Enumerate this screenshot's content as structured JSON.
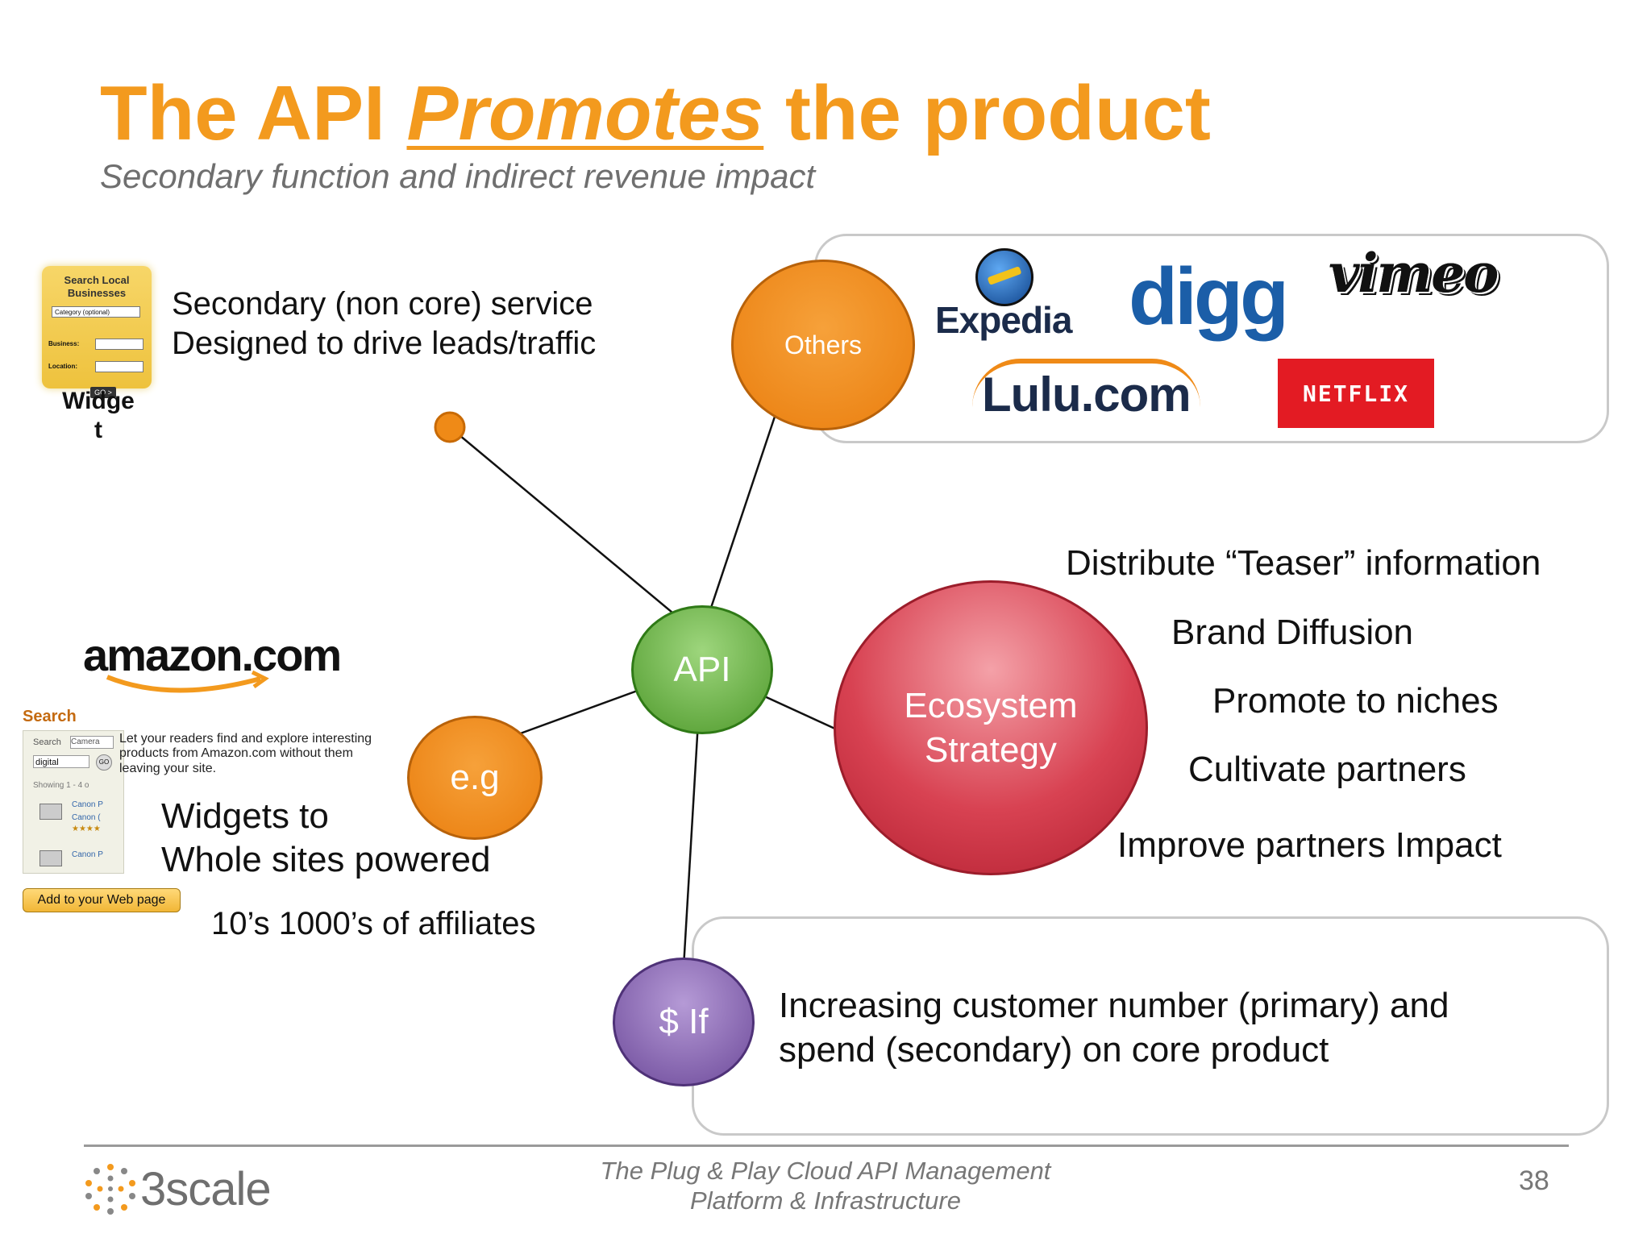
{
  "title": {
    "part1": "The API ",
    "emph": "Promotes",
    "part2": " the product"
  },
  "subtitle": "Secondary function and indirect revenue impact",
  "widget": {
    "header_line1": "Search Local",
    "header_line2": "Businesses",
    "category_placeholder": "Category (optional)",
    "business_label": "Business:",
    "location_label": "Location:",
    "go_label": "GO >",
    "caption_line1": "Widge",
    "caption_line2": "t",
    "text_line1": "Secondary (non core) service",
    "text_line2": "Designed to drive leads/traffic"
  },
  "nodes": {
    "api": "API",
    "others": "Others",
    "eg": "e.g",
    "ecosystem_line1": "Ecosystem",
    "ecosystem_line2": "Strategy",
    "if": "$ If"
  },
  "logos": {
    "expedia": "Expedia",
    "digg": "digg",
    "vimeo": "vimeo",
    "lulu": "Lulu.com",
    "netflix": "NETFLIX"
  },
  "ecosystem_points": [
    "Distribute “Teaser” information",
    "Brand Diffusion",
    "Promote to niches",
    "Cultivate partners",
    "Improve partners Impact"
  ],
  "amazon": {
    "logo": "amazon.com",
    "search_header": "Search",
    "search_label": "Search",
    "search_scope": "Camera",
    "search_value": "digital",
    "go_label": "GO",
    "description": [
      "Let your readers find and explore interesting",
      "products from Amazon.com without them",
      "leaving your site."
    ],
    "showing": "Showing 1 - 4 o",
    "items": [
      "Canon P",
      "Canon (",
      "Canon P"
    ],
    "add_button": "Add to your Web page"
  },
  "widgets_text": [
    "Widgets to",
    "Whole sites powered"
  ],
  "affiliates_text": "10’s 1000’s of affiliates",
  "if_text": [
    "Increasing customer number (primary) and",
    "spend (secondary) on core product"
  ],
  "footer": {
    "brand": "3scale",
    "line1": "The Plug & Play Cloud API Management",
    "line2": "Platform & Infrastructure",
    "page_number": "38"
  },
  "colors": {
    "title": "#f39a1e",
    "orange_node": "#ef8a17",
    "api_node": "#6cb049",
    "ecosystem_node": "#d23a4c",
    "if_node": "#7d5aa8",
    "netflix_bg": "#e31b23",
    "digg": "#1b5ea8"
  }
}
